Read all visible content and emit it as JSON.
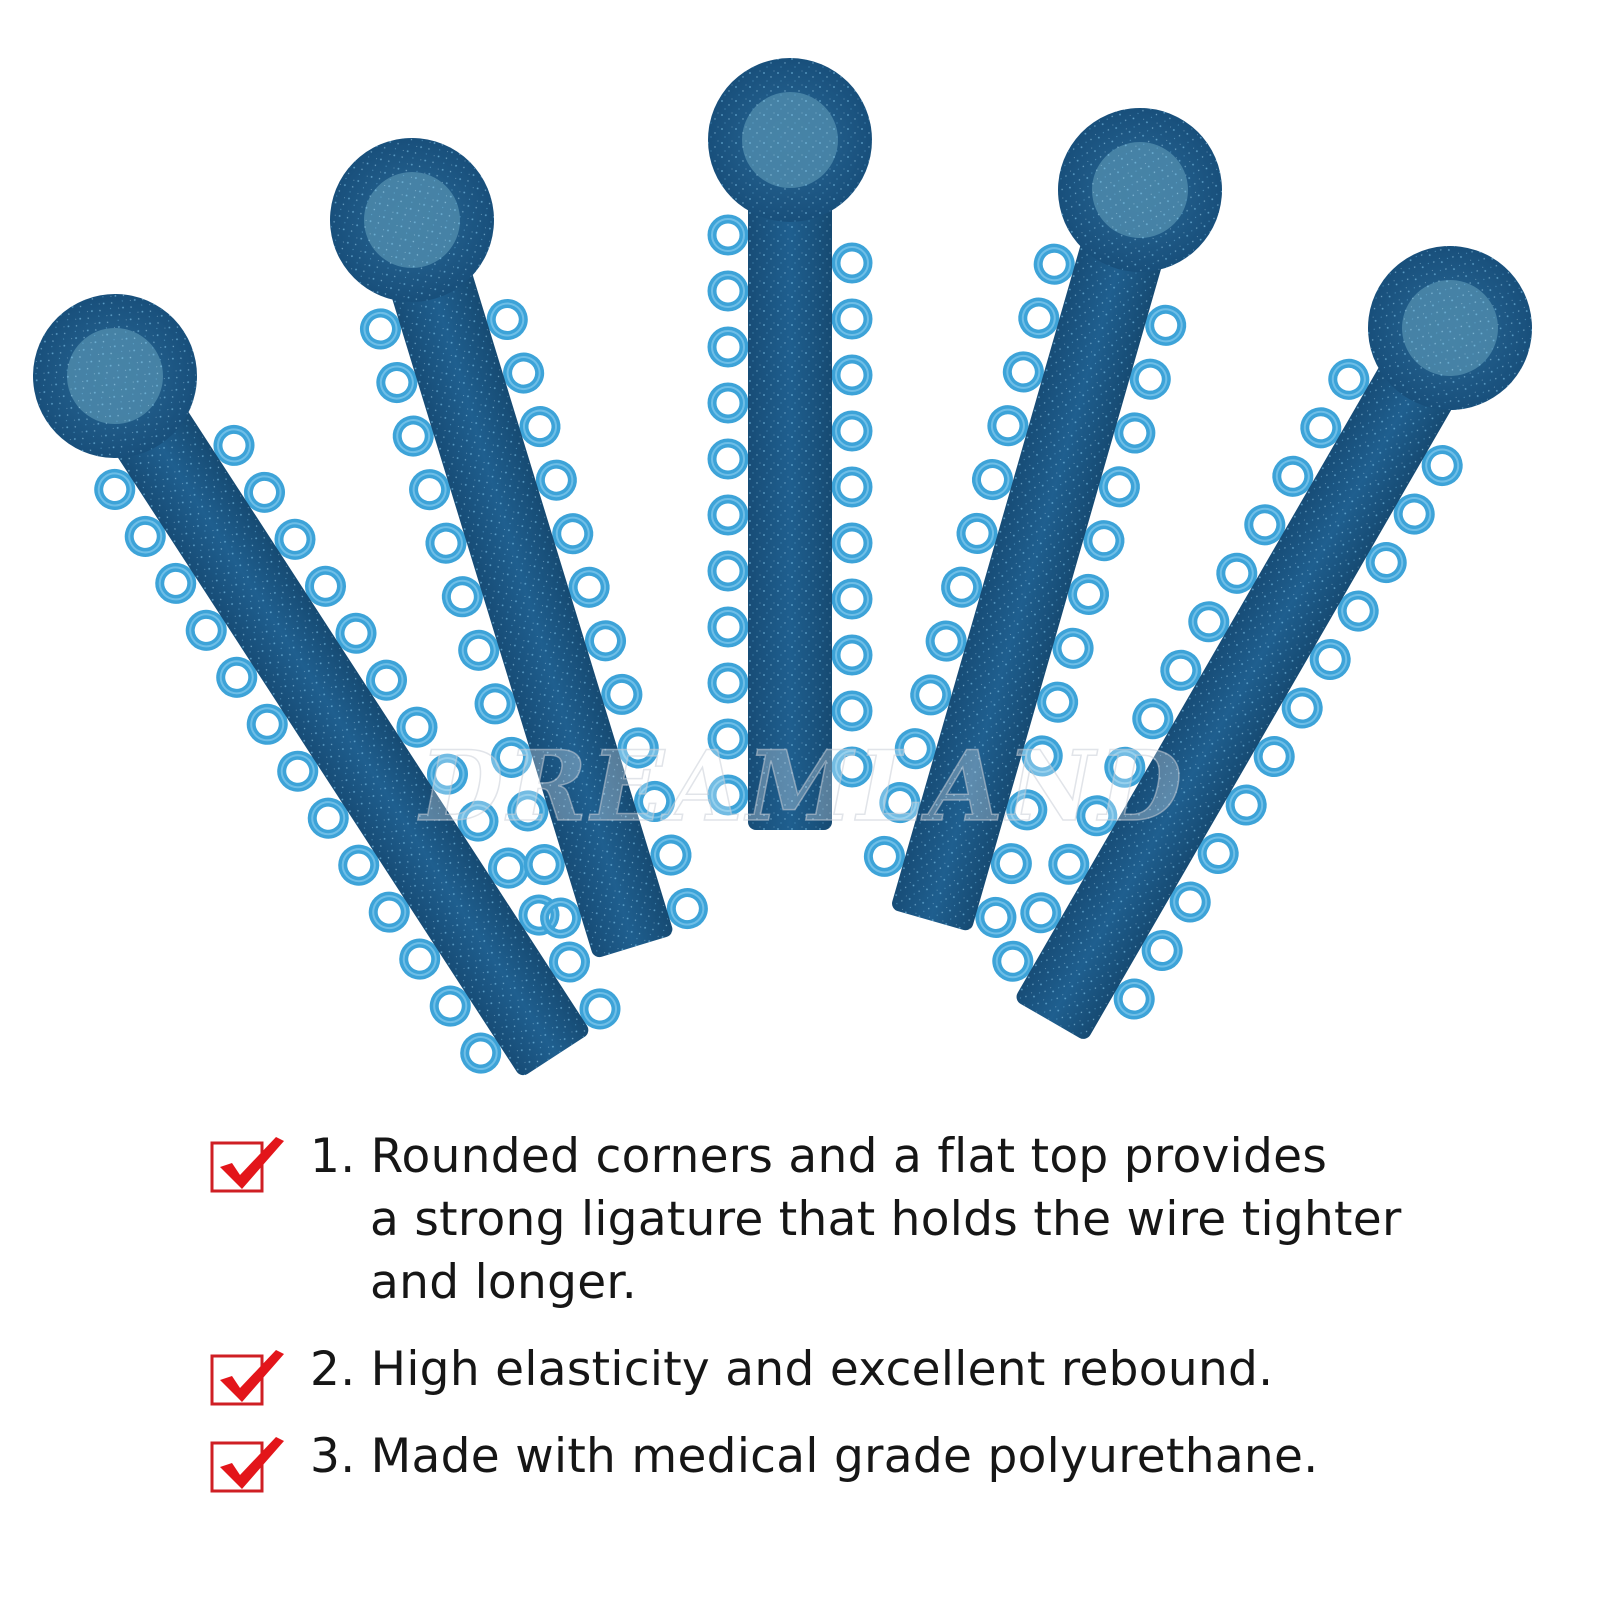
{
  "product": {
    "stick_count": 5,
    "stick_color": "#1d5b8a",
    "ring_color": "#3da3d8",
    "head_center_color": "#4a86a8"
  },
  "watermark": {
    "text": "DREAMLAND"
  },
  "features": [
    {
      "icon": "red-checkmark-icon",
      "lines": [
        "1. Rounded corners and a flat top provides",
        "a strong ligature that holds the wire tighter",
        "and longer."
      ]
    },
    {
      "icon": "red-checkmark-icon",
      "lines": [
        "2. High elasticity and excellent rebound."
      ]
    },
    {
      "icon": "red-checkmark-icon",
      "lines": [
        "3. Made with medical grade polyurethane."
      ]
    }
  ],
  "colors": {
    "check_red": "#e3151a",
    "box_red": "#cf1f24",
    "text": "#161616"
  }
}
